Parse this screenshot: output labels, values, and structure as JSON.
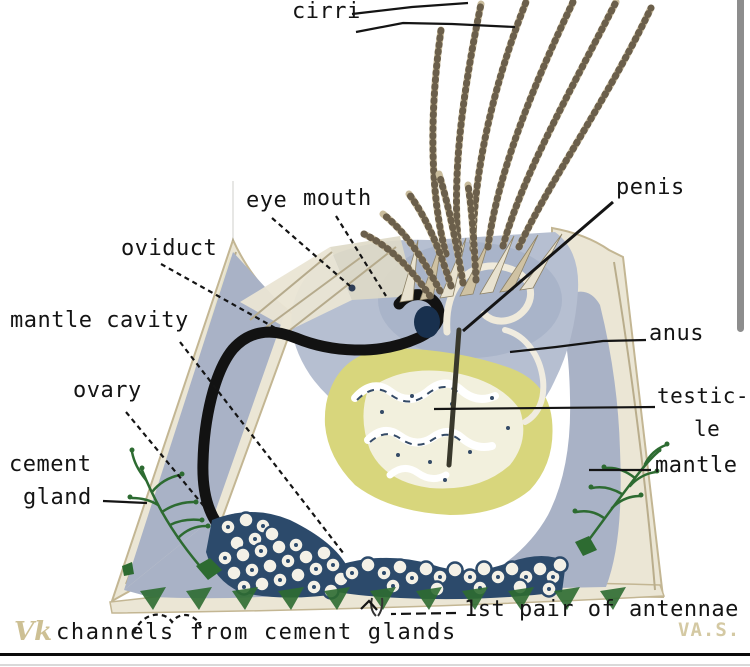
{
  "figure": "Barnacle internal anatomy, labeled cross-section",
  "labels": {
    "cirri": "cirri",
    "eye": "eye",
    "mouth": "mouth",
    "penis": "penis",
    "oviduct": "oviduct",
    "mantle_cavity": "mantle cavity",
    "anus": "anus",
    "ovary": "ovary",
    "testicle_line1": "testic-",
    "testicle_line2": "le",
    "mantle": "mantle",
    "cement_gland_line1": "cement",
    "cement_gland_line2": "gland",
    "first_pair_antennae": "1st pair of antennae",
    "channels_from_cement_glands": "channels from cement glands",
    "watermark_left": "Vk",
    "watermark_right": "VA.S."
  },
  "colors": {
    "background": "#ffffff",
    "ink": "#141414",
    "shell_cream": "#ebe6d5",
    "shell_edge": "#c3b693",
    "mantle_blue": "#a9b2c6",
    "body_blue": "#b6bfd1",
    "yolk_yellow": "#d8d67c",
    "egg_navy": "#2c4a6b",
    "egg_fill": "#f4f1e7",
    "gland_green": "#2d6b31",
    "cirri_tan": "#c9bc9c",
    "cirri_bead": "#6b5f4b",
    "eye_navy": "#18304e",
    "watermark_tan": "#cdc094",
    "scrollbar_gray": "#8d8d8d"
  }
}
